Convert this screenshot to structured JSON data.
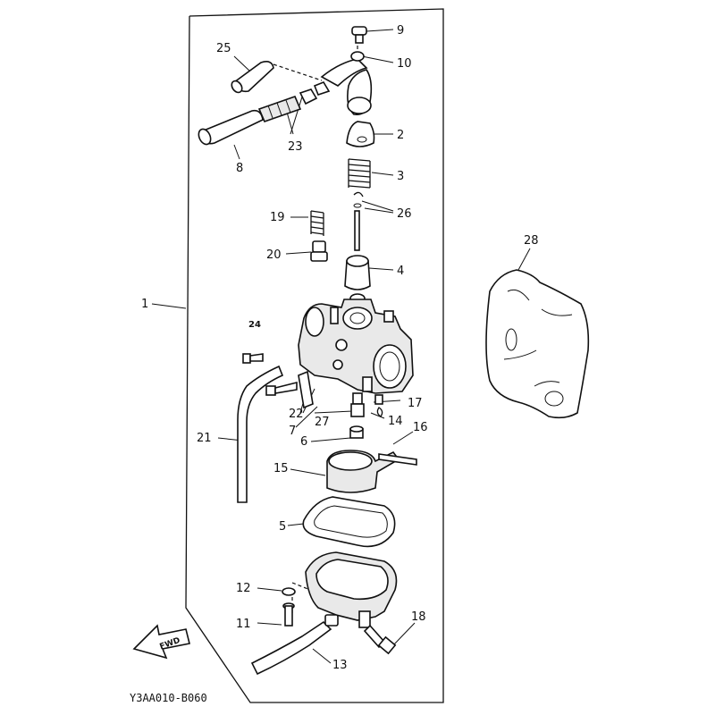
{
  "diagram": {
    "part_labels": {
      "p1": "1",
      "p2": "2",
      "p3": "3",
      "p4": "4",
      "p5": "5",
      "p6": "6",
      "p7": "7",
      "p8": "8",
      "p9": "9",
      "p10": "10",
      "p11": "11",
      "p12": "12",
      "p13": "13",
      "p14": "14",
      "p15": "15",
      "p16": "16",
      "p17": "17",
      "p18": "18",
      "p19": "19",
      "p20": "20",
      "p21": "21",
      "p22": "22",
      "p23": "23",
      "p24": "24",
      "p25": "25",
      "p26": "26",
      "p27": "27",
      "p28": "28"
    },
    "fwd_arrow_text": "FWD",
    "drawing_code": "Y3AA010-B060"
  }
}
